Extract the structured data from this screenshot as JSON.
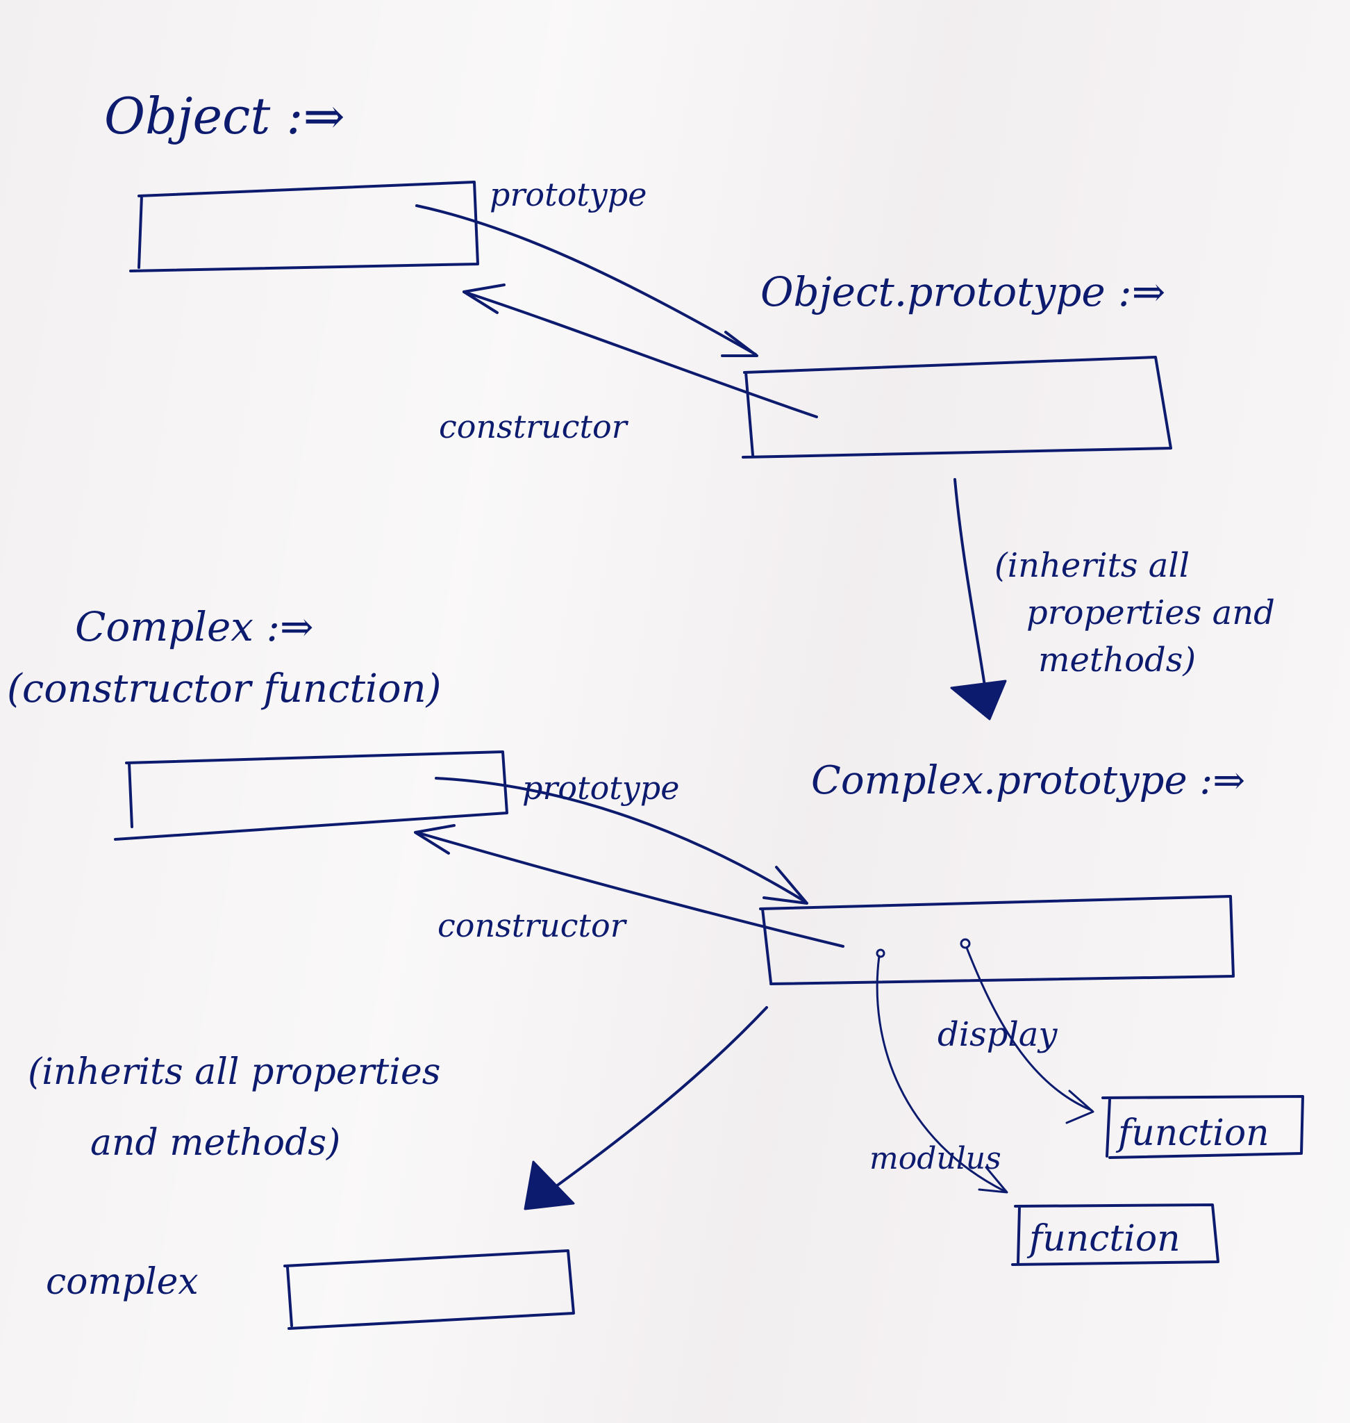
{
  "labels": {
    "object_title": "Object :⇒",
    "object_prototype_edge": "prototype",
    "object_prototype_title": "Object.prototype :⇒",
    "object_constructor_edge": "constructor",
    "inherits_note_top": [
      "(inherits all",
      "properties and",
      "methods)"
    ],
    "complex_title": "Complex :⇒",
    "complex_subtitle": "(constructor function)",
    "complex_prototype_edge": "prototype",
    "complex_prototype_title": "Complex.prototype :⇒",
    "complex_constructor_edge": "constructor",
    "display_edge": "display",
    "modulus_edge": "modulus",
    "function_box_1": "function",
    "function_box_2": "function",
    "inherits_note_bottom": [
      "(inherits all properties",
      "and  methods)"
    ],
    "instance_label": "complex"
  },
  "colors": {
    "ink": "#0d1b6e",
    "paper": "#f3f0f1"
  }
}
